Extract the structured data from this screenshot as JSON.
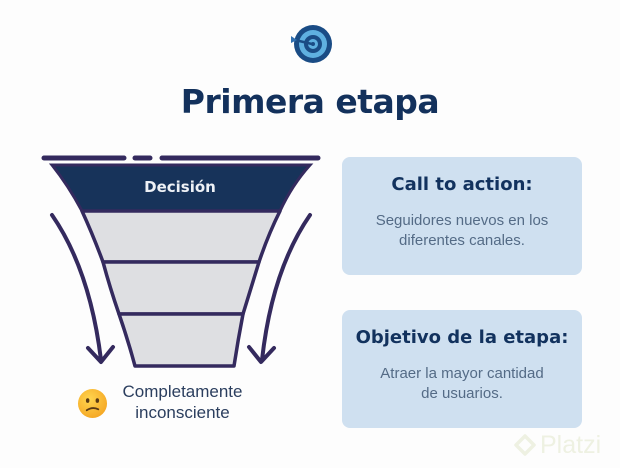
{
  "slide": {
    "icon": "target-dart-icon",
    "title": "Primera etapa",
    "funnel": {
      "top_stage_label": "Decisión",
      "stages": [
        "Decisión",
        "",
        "",
        ""
      ],
      "arrows": [
        "arrow-down-left",
        "arrow-down-right"
      ]
    },
    "state": {
      "emoji": "confused-face-icon",
      "label_line1": "Completamente",
      "label_line2": "inconsciente"
    },
    "cards": [
      {
        "title": "Call to action:",
        "text_line1": "Seguidores nuevos en los",
        "text_line2": "diferentes canales."
      },
      {
        "title": "Objetivo de la etapa:",
        "text_line1": "Atraer la mayor cantidad",
        "text_line2": "de usuarios."
      }
    ],
    "watermark": "Platzi"
  },
  "colors": {
    "title": "#13315c",
    "funnel_outline": "#342a5e",
    "funnel_top": "#17335a",
    "funnel_body": "#dedfe2",
    "card_bg": "#cfe0f0",
    "target_outer": "#1a4c85",
    "target_inner": "#5fb0e0"
  }
}
